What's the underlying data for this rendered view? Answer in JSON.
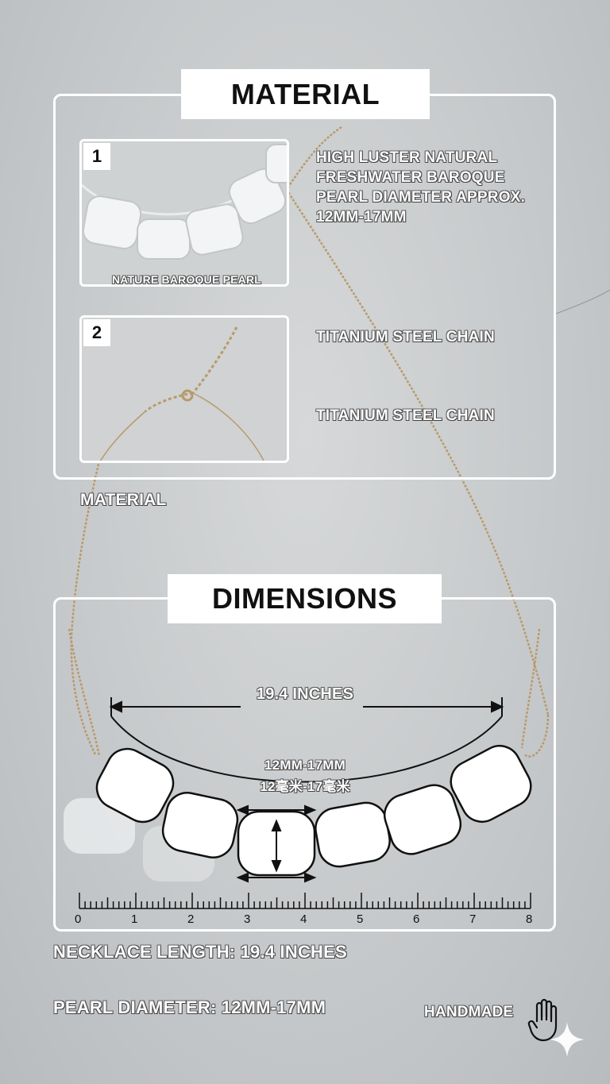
{
  "material": {
    "title": "MATERIAL",
    "item1": {
      "number": "1",
      "caption": "NATURE BAROQUE PEARL",
      "description": "HIGH LUSTER NATURAL FRESHWATER BAROQUE PEARL DIAMETER APPROX. 12MM-17MM"
    },
    "item2": {
      "number": "2",
      "description_a": "TITANIUM STEEL CHAIN",
      "description_b": "TITANIUM STEEL CHAIN"
    },
    "footer_label": "MATERIAL"
  },
  "dimensions": {
    "title": "DIMENSIONS",
    "length_label": "19.4 INCHES",
    "pearl_label_en": "12MM-17MM",
    "pearl_label_cn": "12毫米-17毫米",
    "ruler_ticks": [
      "0",
      "1",
      "2",
      "3",
      "4",
      "5",
      "6",
      "7",
      "8"
    ]
  },
  "specs": {
    "length": "NECKLACE LENGTH: 19.4 INCHES",
    "diameter": "PEARL DIAMETER: 12MM-17MM"
  },
  "badge": {
    "text": "HANDMADE",
    "icon": "hand-icon"
  },
  "colors": {
    "background": "#c8cbcd",
    "panel_border": "#ffffff",
    "chain": "#b89a6a"
  }
}
